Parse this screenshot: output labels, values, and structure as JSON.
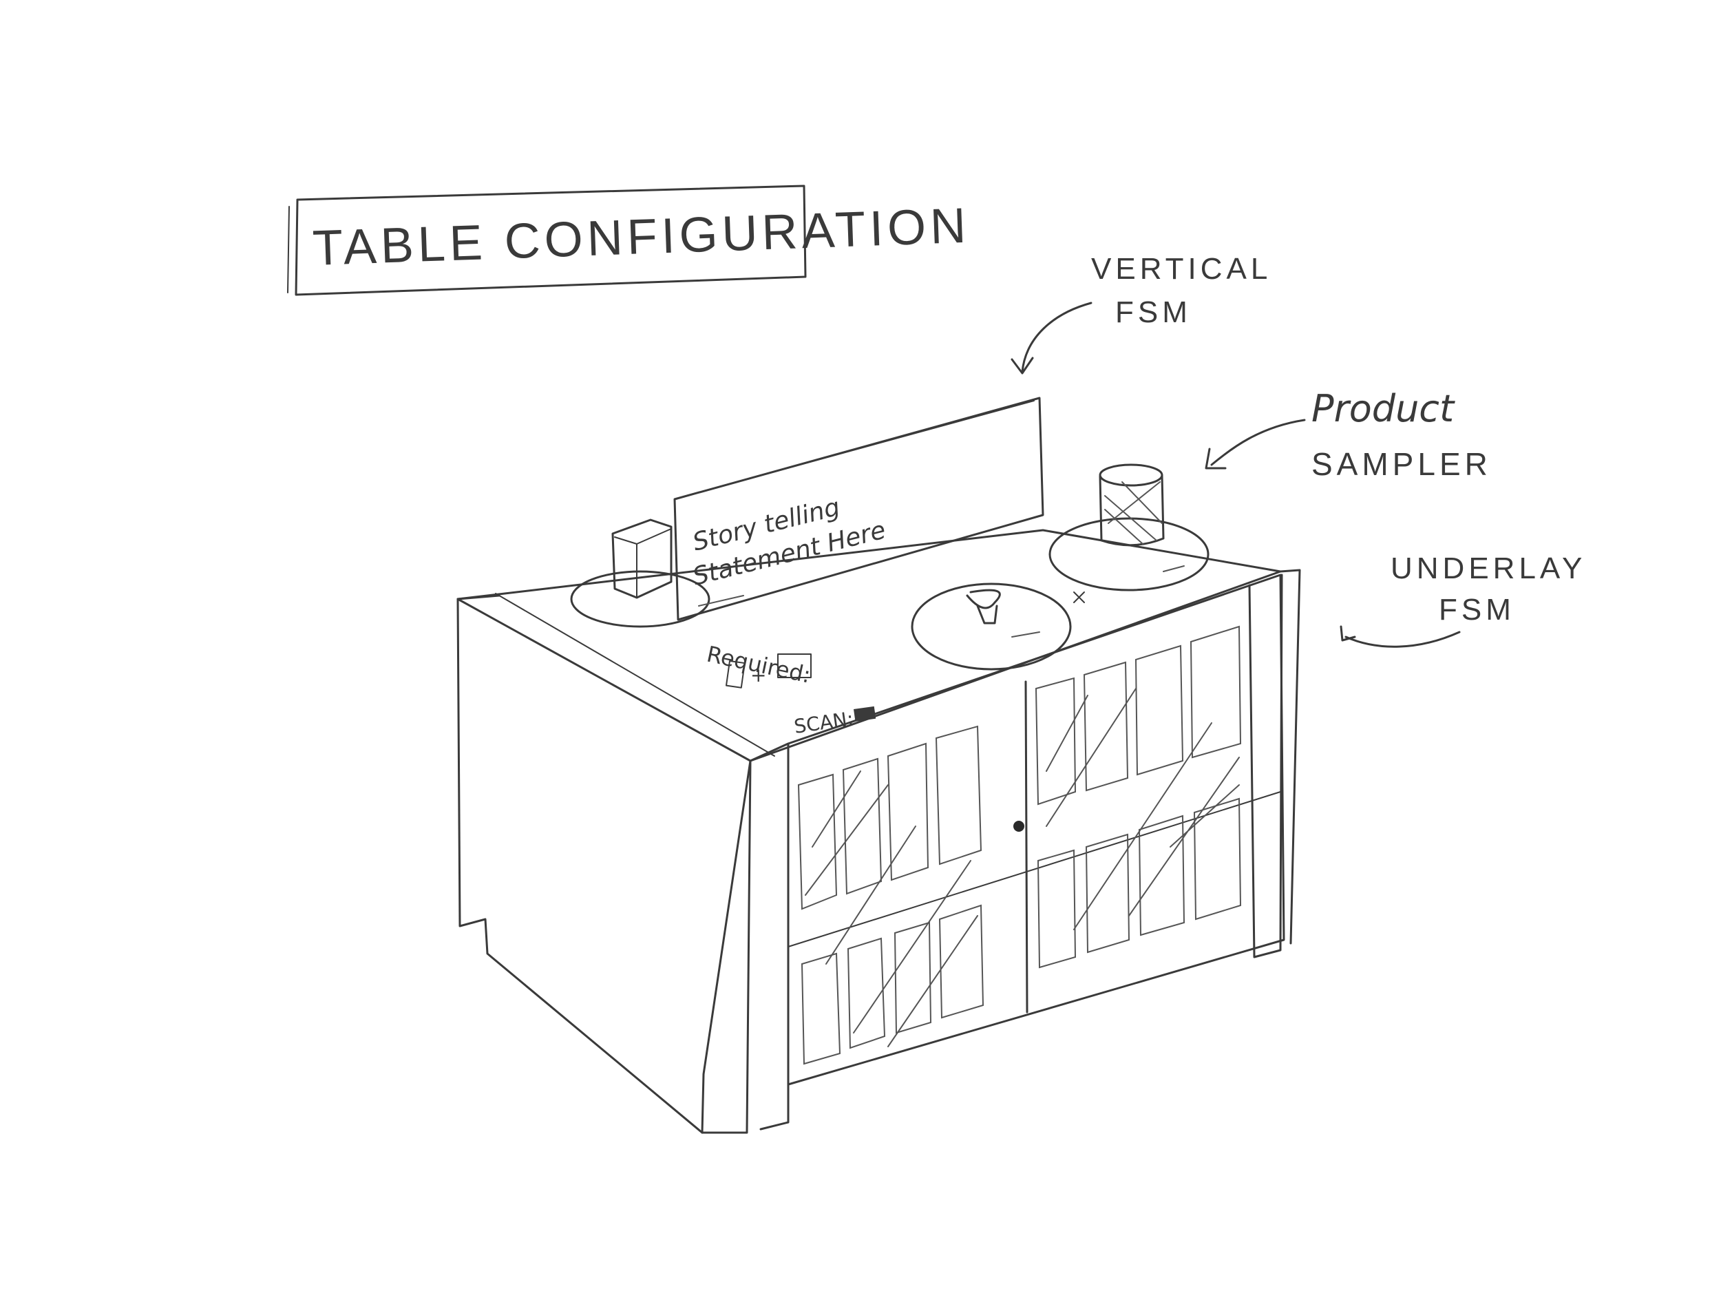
{
  "title": "TABLE CONFIGURATION",
  "labels": {
    "vertical_fsm_line1": "VERTICAL",
    "vertical_fsm_line2": "FSM",
    "product_sampler_line1": "Product",
    "product_sampler_line2": "SAMPLER",
    "underlay_fsm_line1": "UNDERLAY",
    "underlay_fsm_line2": "FSM"
  },
  "panel": {
    "line1": "Story telling",
    "line2": "Statement Here"
  },
  "tabletop": {
    "required_label": "Required:",
    "scan_label": "SCAN:"
  },
  "colors": {
    "ink": "#3a3a3a",
    "paper": "#ffffff"
  }
}
